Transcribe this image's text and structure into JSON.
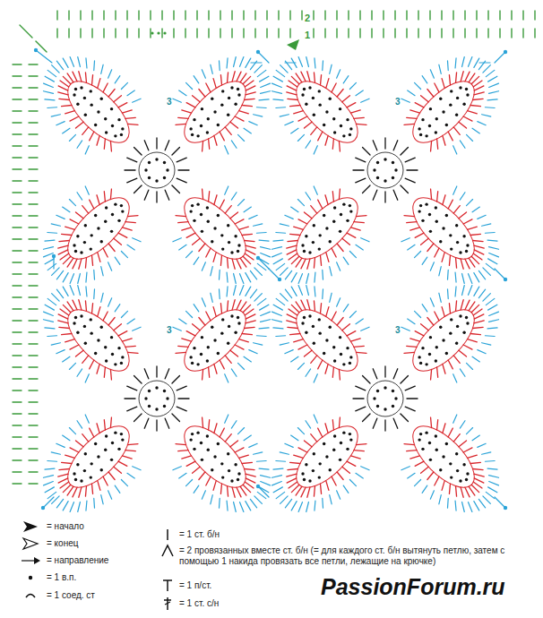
{
  "diagram": {
    "labels": [
      "2",
      "1",
      "3",
      "3",
      "3",
      "3",
      "PassionForum.ru"
    ],
    "legend": [
      {
        "text": "= начало"
      },
      {
        "text": "= конец"
      },
      {
        "text": "= направление"
      },
      {
        "text": "= 1 в.п."
      },
      {
        "text": "= 1 соед. ст"
      },
      {
        "text": "= 1 ст. б/н"
      },
      {
        "text": "= 2 провязанных вместе ст. б/н (= для каждого ст. б/н вытянуть петлю, затем с помощью 1 накида провязать все петли, лежащие на крючке)"
      },
      {
        "text": "= 1 п/ст."
      },
      {
        "text": "= 1 ст. с/н"
      }
    ]
  }
}
